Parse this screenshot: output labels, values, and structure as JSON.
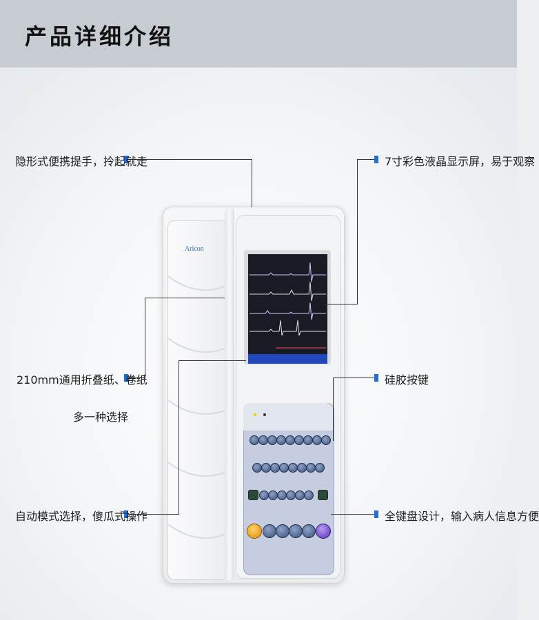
{
  "header": {
    "title": "产品详细介绍"
  },
  "device": {
    "brand": "Aricon"
  },
  "features": {
    "handle": "隐形式便携提手，拎起就走",
    "screen": "7寸彩色液晶显示屏，易于观察",
    "paper_line1": "210mm通用折叠纸、卷纸",
    "paper_line2": "多一种选择",
    "keys": "硅胶按键",
    "mode": "自动模式选择，傻瓜式操作",
    "keyboard": "全键盘设计，输入病人信息方便"
  },
  "colors": {
    "bullet": "#1e6fd6",
    "header_bg": "#c7ccd3"
  },
  "icons": [
    "power-key-icon",
    "start-key-icon",
    "square-key-icon",
    "round-key-icon"
  ]
}
